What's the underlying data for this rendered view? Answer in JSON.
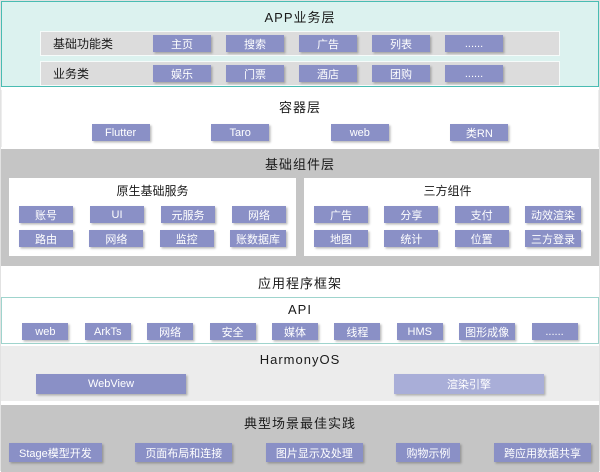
{
  "colors": {
    "chip": "#8a90c6",
    "chip_light": "#a9aed8",
    "teal_border": "#49bcb2",
    "app_layer_bg": "#dcf2ef",
    "row_bg": "#dcdcdc",
    "section_gray": "#c5c5c5",
    "harmony_bg": "#ececec"
  },
  "app_layer": {
    "title": "APP业务层",
    "rows": [
      {
        "label": "基础功能类",
        "items": [
          "主页",
          "搜索",
          "广告",
          "列表",
          "......"
        ]
      },
      {
        "label": "业务类",
        "items": [
          "娱乐",
          "门票",
          "酒店",
          "团购",
          "......"
        ]
      }
    ]
  },
  "container_layer": {
    "title": "容器层",
    "items": [
      "Flutter",
      "Taro",
      "web",
      "类RN"
    ]
  },
  "components_layer": {
    "title": "基础组件层",
    "groups": [
      {
        "title": "原生基础服务",
        "rows": [
          [
            "账号",
            "UI",
            "元服务",
            "网络"
          ],
          [
            "路由",
            "网络",
            "监控",
            "账数据库"
          ]
        ]
      },
      {
        "title": "三方组件",
        "rows": [
          [
            "广告",
            "分享",
            "支付",
            "动效渲染"
          ],
          [
            "地图",
            "统计",
            "位置",
            "三方登录"
          ]
        ]
      }
    ]
  },
  "framework_layer": {
    "title": "应用程序框架"
  },
  "api_layer": {
    "title": "API",
    "items": [
      "web",
      "ArkTs",
      "网络",
      "安全",
      "媒体",
      "线程",
      "HMS",
      "图形成像",
      "......"
    ]
  },
  "harmony_layer": {
    "title": "HarmonyOS",
    "items": [
      "WebView",
      "渲染引擎"
    ]
  },
  "practices_layer": {
    "title": "典型场景最佳实践",
    "items": [
      "Stage模型开发",
      "页面布局和连接",
      "图片显示及处理",
      "购物示例",
      "跨应用数据共享"
    ]
  }
}
